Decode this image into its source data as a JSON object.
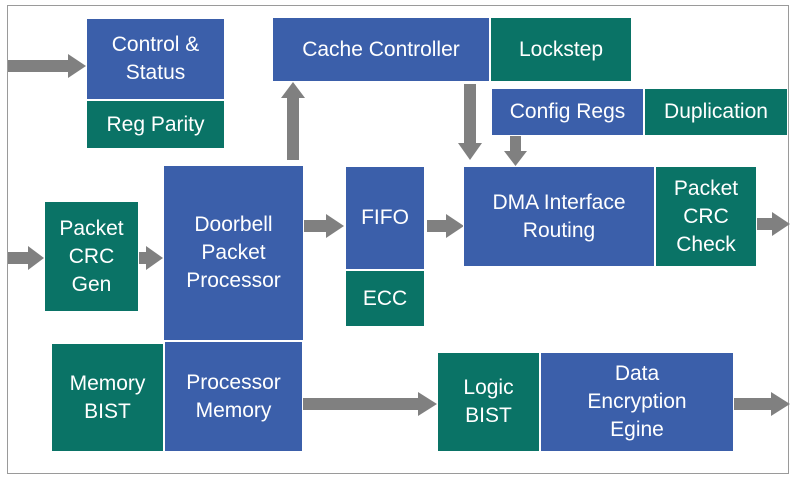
{
  "colors": {
    "blue_block": "#3b5faa",
    "teal_block": "#0a7366",
    "arrow": "#808080",
    "border": "#9a9a9a"
  },
  "blocks": {
    "control_status": "Control &\nStatus",
    "reg_parity": "Reg Parity",
    "cache_controller": "Cache Controller",
    "lockstep": "Lockstep",
    "config_regs": "Config Regs",
    "duplication": "Duplication",
    "packet_crc_gen": "Packet\nCRC\nGen",
    "doorbell_packet_processor": "Doorbell\nPacket\nProcessor",
    "fifo": "FIFO",
    "ecc": "ECC",
    "dma_interface_routing": "DMA Interface\nRouting",
    "packet_crc_check": "Packet\nCRC\nCheck",
    "memory_bist": "Memory\nBIST",
    "processor_memory": "Processor\nMemory",
    "logic_bist": "Logic\nBIST",
    "data_encryption_engine": "Data\nEncryption\nEgine"
  }
}
